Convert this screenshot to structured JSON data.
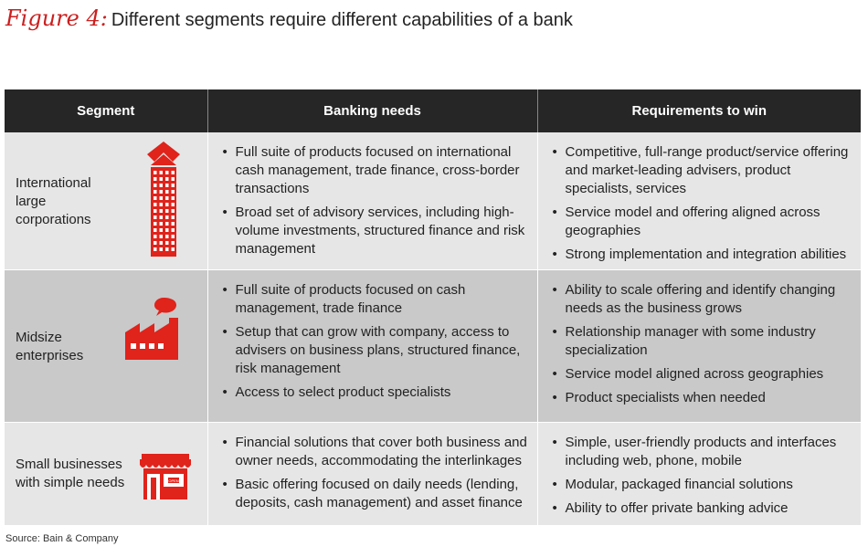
{
  "figure": {
    "label": "Figure 4:",
    "title": "Different segments require different capabilities of a bank"
  },
  "table": {
    "headers": [
      "Segment",
      "Banking needs",
      "Requirements to win"
    ],
    "rows": [
      {
        "segment": "International large corporations",
        "segment_lines": [
          "International",
          "large",
          "corporations"
        ],
        "icon": "skyscraper-icon",
        "needs": [
          "Full suite of products focused on international cash management, trade finance, cross-border transactions",
          "Broad set of advisory services, including high-volume investments, structured finance and risk management"
        ],
        "requirements": [
          "Competitive, full-range product/service offering and market-leading advisers, product specialists, services",
          "Service model and offering aligned across geographies",
          "Strong implementation and integration abilities"
        ]
      },
      {
        "segment": "Midsize enterprises",
        "segment_lines": [
          "Midsize",
          "enterprises"
        ],
        "icon": "factory-icon",
        "needs": [
          "Full suite of products focused on cash management, trade finance",
          "Setup that can grow with company, access to advisers on business plans, structured finance, risk management",
          "Access to select product specialists"
        ],
        "requirements": [
          "Ability to scale offering and identify changing needs as the business grows",
          "Relationship manager with some industry specialization",
          "Service model aligned across geographies",
          "Product specialists when needed"
        ]
      },
      {
        "segment": "Small businesses with simple needs",
        "segment_lines": [
          "Small businesses",
          "with simple needs"
        ],
        "icon": "storefront-icon",
        "store_sign": "OPEN",
        "needs": [
          "Financial solutions that cover both business and owner needs, accommodating the interlinkages",
          "Basic offering focused on daily needs (lending, deposits, cash management) and asset finance"
        ],
        "requirements": [
          "Simple, user-friendly products and interfaces including web, phone, mobile",
          "Modular, packaged financial solutions",
          "Ability to offer private banking advice"
        ]
      }
    ]
  },
  "source": "Source: Bain & Company",
  "colors": {
    "accent": "#e0231b",
    "header_bg": "#262626",
    "row_light": "#e6e6e6",
    "row_dark": "#c9c9c9"
  }
}
